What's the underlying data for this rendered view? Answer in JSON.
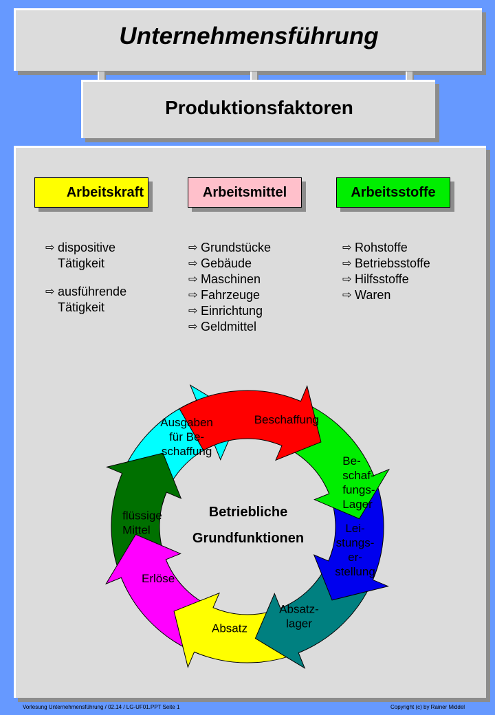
{
  "title": "Unternehmensführung",
  "subtitle": "Produktionsfaktoren",
  "colors": {
    "background": "#6699ff",
    "panel": "#dcdcdc"
  },
  "bullet_icon": "hollow-right-arrow-icon",
  "categories": [
    {
      "label": "Arbeitskraft",
      "color": "#ffff00",
      "items": [
        "dispositive\nTätigkeit",
        "ausführende\nTätigkeit"
      ]
    },
    {
      "label": "Arbeitsmittel",
      "color": "#ffc0cb",
      "items": [
        "Grundstücke",
        "Gebäude",
        "Maschinen",
        "Fahrzeuge",
        "Einrichtung",
        "Geldmittel"
      ]
    },
    {
      "label": "Arbeitsstoffe",
      "color": "#00ee00",
      "items": [
        "Rohstoffe",
        "Betriebsstoffe",
        "Hilfsstoffe",
        "Waren"
      ]
    }
  ],
  "cycle": {
    "center_line1": "Betriebliche",
    "center_line2": "Grundfunktionen",
    "segments": [
      {
        "label": "Beschaffung",
        "color": "#ff0000"
      },
      {
        "label": "Be-\nschaf-\nfungs-\nLager",
        "color": "#00ee00"
      },
      {
        "label": "Lei-\nstungs-\ner-\nstellung",
        "color": "#0000ee"
      },
      {
        "label": "Absatz-\nlager",
        "color": "#008080"
      },
      {
        "label": "Absatz",
        "color": "#ffff00"
      },
      {
        "label": "Erlöse",
        "color": "#ff00ff"
      },
      {
        "label": "flüssige\nMittel",
        "color": "#007000"
      },
      {
        "label": "Ausgaben\nfür Be-\nschaffung",
        "color": "#00ffff"
      }
    ]
  },
  "footer": {
    "left": "Vorlesung Unternehmensführung   / 02.14  / LG-UF01.PPT  Seite 1",
    "right": "Copyright (c) by Rainer Middel"
  }
}
